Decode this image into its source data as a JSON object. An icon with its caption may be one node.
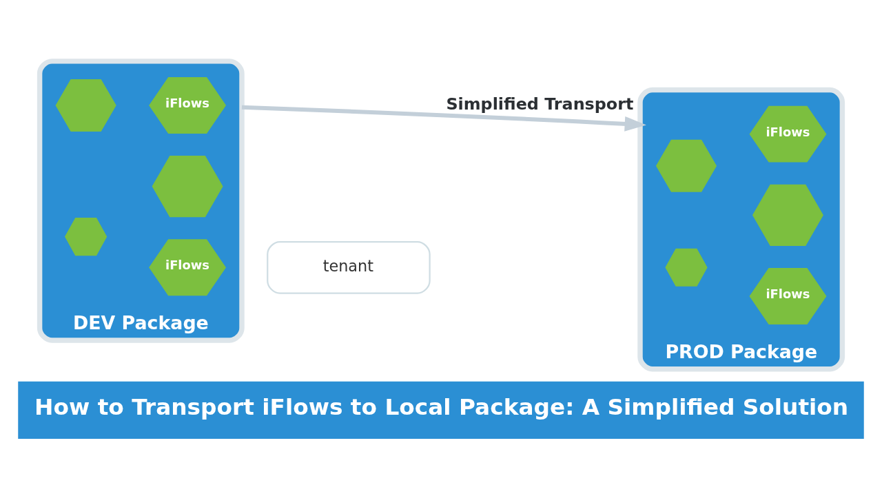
{
  "diagram": {
    "title": "How to Transport iFlows to Local Package: A Simplified Solution",
    "nodes": [
      {
        "text": [
          "DEV Package"
        ]
      },
      {
        "text": [
          "iFlows"
        ],
        "in": 0
      },
      {
        "text": [],
        "shape": "hexagon",
        "in": 0
      },
      {
        "text": [
          "iFlows"
        ],
        "in": 0
      },
      {
        "text": [],
        "shape": "hexagon",
        "in": 0
      },
      {
        "text": [],
        "shape": "hexagon",
        "in": 0
      },
      {
        "text": [
          "tenant"
        ]
      },
      {
        "text": [
          "PROD Package"
        ]
      },
      {
        "text": [
          "iFlows"
        ],
        "in": 7
      },
      {
        "text": [],
        "shape": "hexagon",
        "in": 7
      },
      {
        "text": [
          "iFlows"
        ],
        "in": 7
      },
      {
        "text": [],
        "shape": "hexagon",
        "in": 7
      },
      {
        "text": [],
        "shape": "hexagon",
        "in": 7
      }
    ],
    "edges": [
      {
        "from": 0,
        "to": 7,
        "arrow": "to",
        "label": "Simplified Transport"
      }
    ]
  }
}
